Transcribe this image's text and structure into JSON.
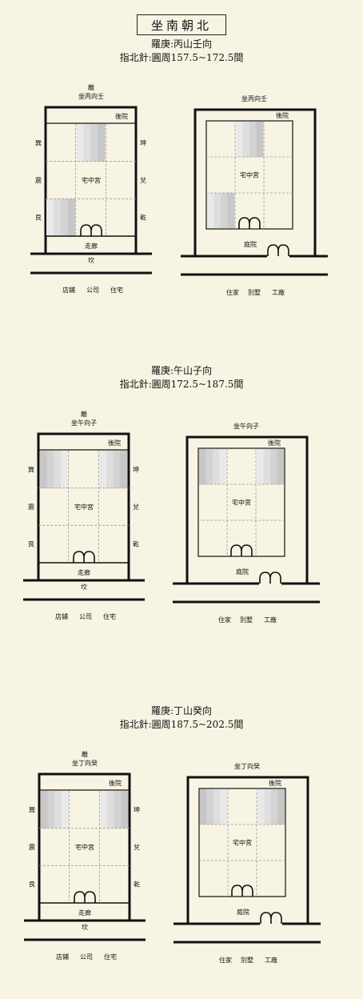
{
  "title": "坐南朝北",
  "sections": [
    {
      "luogeng": "羅庚:丙山壬向",
      "compass": "指北針:圓周157.5~172.5間",
      "left_top_label": "離",
      "left_facing": "坐丙向壬",
      "right_facing": "坐丙向壬"
    },
    {
      "luogeng": "羅庚:午山子向",
      "compass": "指北針:圓周172.5~187.5間",
      "left_top_label": "離",
      "left_facing": "坐午向子",
      "right_facing": "坐午向子"
    },
    {
      "luogeng": "羅庚:丁山癸向",
      "compass": "指北針:圓周187.5~202.5間",
      "left_top_label": "離",
      "left_facing": "坐丁向癸",
      "right_facing": "坐丁向癸"
    }
  ],
  "labels": {
    "backyard": "後院",
    "center": "宅中宮",
    "corridor": "走廊",
    "courtyard": "庭院",
    "xun": "巽",
    "zhen": "震",
    "gen": "艮",
    "kun": "坤",
    "dui": "兌",
    "qian": "乾",
    "kan": "坎"
  },
  "captions": {
    "left": [
      "店鋪",
      "公司",
      "住宅"
    ],
    "right": [
      "住家",
      "別墅",
      "工廠"
    ]
  }
}
